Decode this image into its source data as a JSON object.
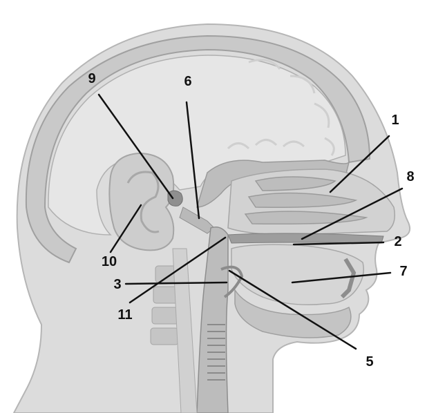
{
  "labels": {
    "l1": "1",
    "l2": "2",
    "l3": "3",
    "l5": "5",
    "l6": "6",
    "l7": "7",
    "l8": "8",
    "l9": "9",
    "l10": "10",
    "l11": "11"
  },
  "colors": {
    "skin": "#d9d9d9",
    "outline": "#9a9a9a",
    "skull": "#c8c8c8",
    "brain": "#e4e4e4",
    "dark_tissue": "#a8a8a8",
    "leader_line": "#111111"
  }
}
